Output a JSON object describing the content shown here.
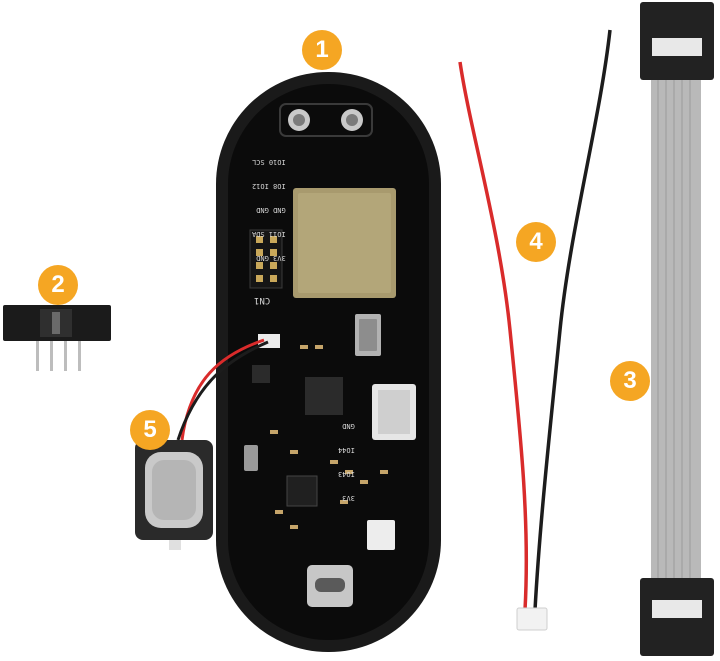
{
  "callouts": [
    {
      "number": "1",
      "part": "main-board"
    },
    {
      "number": "2",
      "part": "pin-header"
    },
    {
      "number": "3",
      "part": "ribbon-cable"
    },
    {
      "number": "4",
      "part": "wire-cable"
    },
    {
      "number": "5",
      "part": "speaker"
    }
  ],
  "board": {
    "connector_label": "CN1",
    "pin_labels": [
      "3V3 GND",
      "IO11 SDA",
      "GND GND",
      "IO8 IO12",
      "IO10 SCL"
    ],
    "bottom_labels": [
      "3V3",
      "IO43",
      "IO44",
      "GND"
    ]
  },
  "colors": {
    "badge": "#f5a623",
    "enclosure": "#1a1a1a",
    "pcb": "#0b0b0b",
    "module": "#a89a6e",
    "wire_red": "#d92b2b",
    "wire_black": "#1c1c1c",
    "ribbon": "#b9b9b9"
  }
}
